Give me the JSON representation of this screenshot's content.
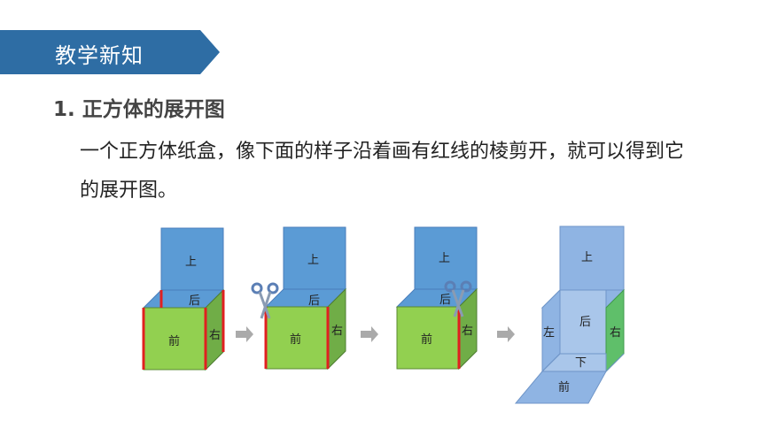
{
  "header": {
    "banner_title": "教学新知"
  },
  "section": {
    "heading": "1. 正方体的展开图",
    "paragraph": "一个正方体纸盒，像下面的样子沿着画有红线的棱剪开，就可以得到它的展开图。"
  },
  "figures": {
    "labels": {
      "top": "上",
      "back": "后",
      "front": "前",
      "right": "右",
      "left": "左",
      "bottom": "下"
    }
  },
  "colors": {
    "banner": "#2e6da4",
    "face_blue": "#5b9bd5",
    "face_light_blue": "#8fb4e3",
    "face_green": "#92d050",
    "face_dark_green": "#70ad47",
    "cut_red": "#e02020"
  }
}
